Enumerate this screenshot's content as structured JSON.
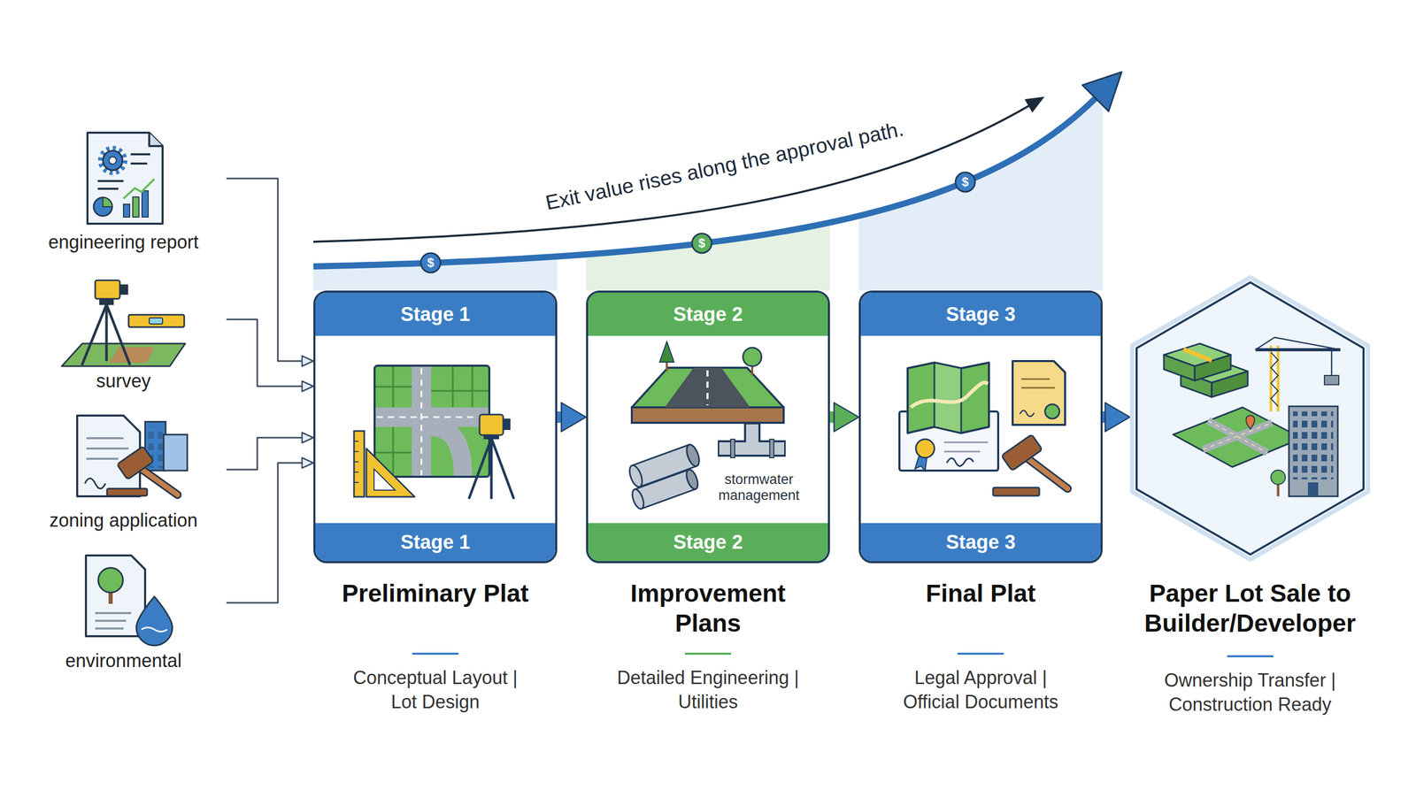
{
  "diagram": {
    "nodes": [
      {
        "text": [
          "engineering report"
        ]
      },
      {
        "text": [
          "survey"
        ]
      },
      {
        "text": [
          "zoning application"
        ]
      },
      {
        "text": [
          "environmental"
        ]
      },
      {
        "text": [
          "Stage 1",
          "Stage 1",
          "Preliminary Plat",
          "Conceptual Layout | Lot Design"
        ]
      },
      {
        "text": [
          "Stage 2",
          "stormwater management",
          "Stage 2",
          "Improvement Plans",
          "Detailed Engineering | Utilities"
        ]
      },
      {
        "text": [
          "Stage 3",
          "Stage 3",
          "Final Plat",
          "Legal Approval | Official Documents"
        ]
      },
      {
        "text": [
          "Paper Lot Sale to Builder/Developer",
          "Ownership Transfer | Construction Ready"
        ]
      }
    ],
    "edges": [
      {
        "from": 0,
        "to": 4,
        "arrow": "to"
      },
      {
        "from": 1,
        "to": 4,
        "arrow": "to"
      },
      {
        "from": 2,
        "to": 4,
        "arrow": "to"
      },
      {
        "from": 3,
        "to": 4,
        "arrow": "to"
      },
      {
        "from": 4,
        "to": 5,
        "arrow": "to"
      },
      {
        "from": 5,
        "to": 6,
        "arrow": "to"
      },
      {
        "from": 6,
        "to": 7,
        "arrow": "to"
      }
    ],
    "labels": [
      "Exit value rises along the approval path.",
      "$",
      "$",
      "$"
    ]
  }
}
